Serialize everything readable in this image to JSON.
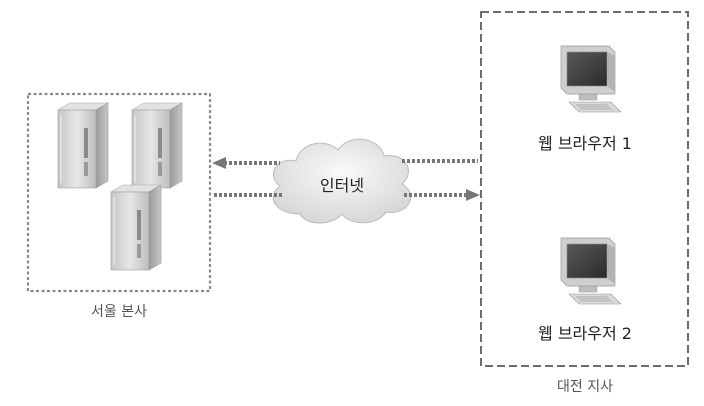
{
  "cloud": {
    "label": "인터넷"
  },
  "headquarters": {
    "label": "서울 본사",
    "server_count": 3
  },
  "branch": {
    "label": "대전 지사",
    "clients": [
      {
        "label": "웹 브라우저 1"
      },
      {
        "label": "웹 브라우저 2"
      }
    ]
  },
  "colors": {
    "frame_dash": "#888888",
    "arrow": "#777777",
    "server_body": "#d4d4d4",
    "cloud_fill": "#e6e6e6"
  }
}
